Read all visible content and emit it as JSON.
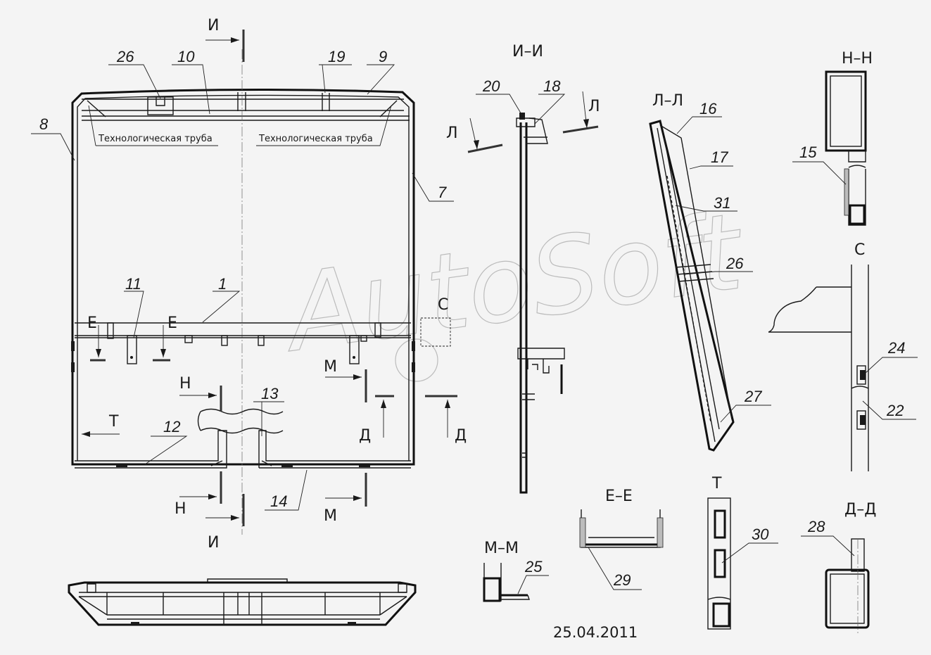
{
  "watermark": "AutoSoft",
  "date": "25.04.2011",
  "notes": {
    "tube_left": "Технологическая труба",
    "tube_right": "Технологическая труба"
  },
  "sections": {
    "I_I": "И–И",
    "L_L": "Л–Л",
    "N_N": "Н–Н",
    "C": "С",
    "E_E": "Е–Е",
    "M_M": "М–М",
    "T": "Т",
    "D_D": "Д–Д",
    "I_view": "И"
  },
  "cut_letters": {
    "I": "И",
    "L": "Л",
    "E": "Е",
    "N": "Н",
    "M": "М",
    "D": "Д",
    "T": "Т",
    "C": "С"
  },
  "callouts": {
    "p1": "1",
    "p7": "7",
    "p8": "8",
    "p9": "9",
    "p10": "10",
    "p11": "11",
    "p12": "12",
    "p13": "13",
    "p14": "14",
    "p15": "15",
    "p16": "16",
    "p17": "17",
    "p18": "18",
    "p19": "19",
    "p20": "20",
    "p22": "22",
    "p24": "24",
    "p25": "25",
    "p26a": "26",
    "p26b": "26",
    "p27": "27",
    "p28": "28",
    "p29": "29",
    "p30": "30",
    "p31": "31"
  }
}
